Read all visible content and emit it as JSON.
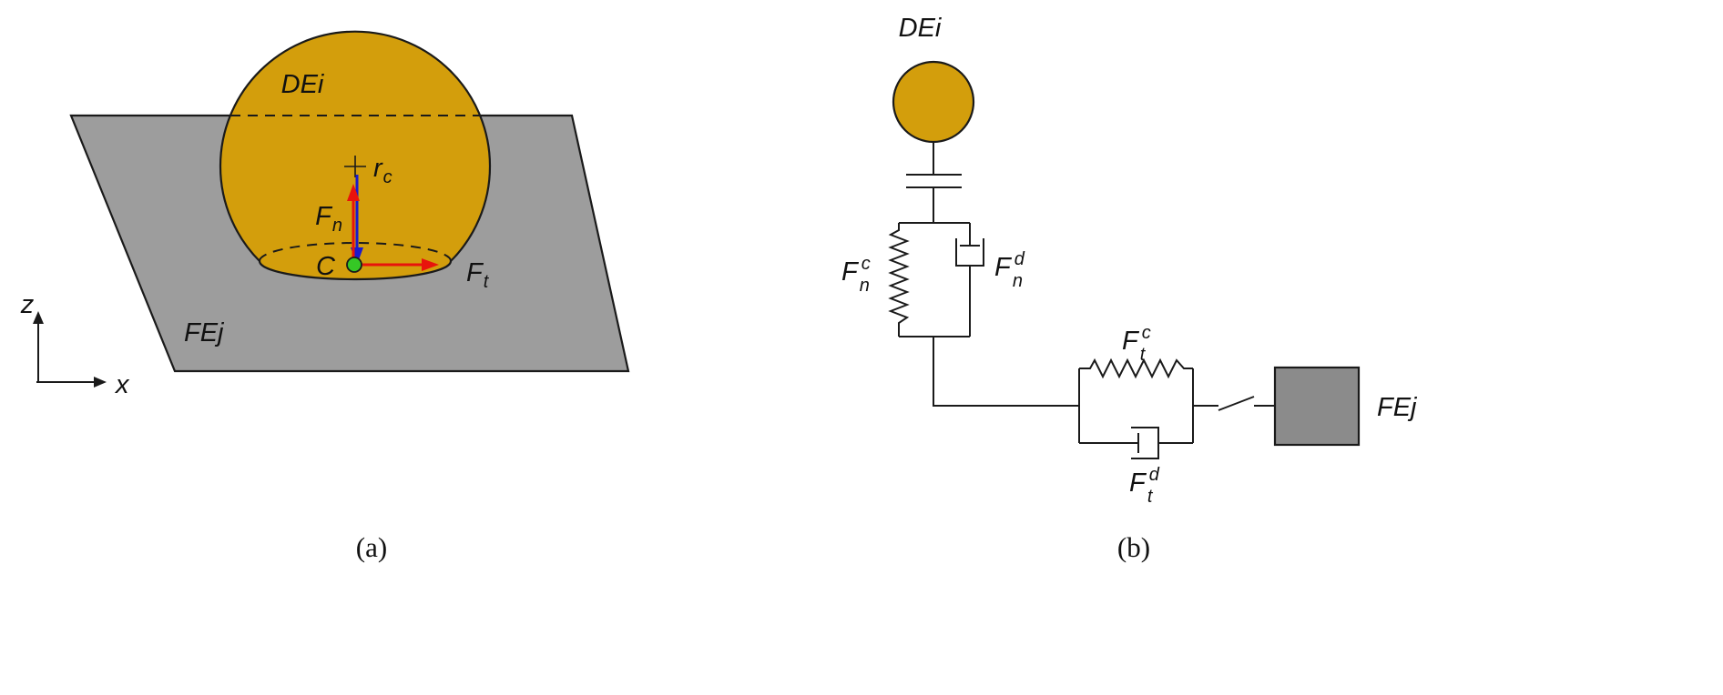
{
  "colors": {
    "sphere_fill": "#d39e0c",
    "plane_fill": "#9d9d9d",
    "block_fill": "#8b8b8b",
    "arrow_red": "#e8130c",
    "arrow_blue": "#1a1acd",
    "contact_green": "#35c825"
  },
  "panel_a": {
    "caption": "(a)",
    "sphere_label": "DEi",
    "plane_label": "FEj",
    "contact_point": "C",
    "radius": {
      "base": "r",
      "sub": "c"
    },
    "normal_force": {
      "base": "F",
      "sub": "n"
    },
    "tangential_force": {
      "base": "F",
      "sub": "t"
    },
    "axes": {
      "vertical": "z",
      "horizontal": "x"
    }
  },
  "panel_b": {
    "caption": "(b)",
    "sphere_label": "DEi",
    "block_label": "FEj",
    "normal_spring": {
      "base": "F",
      "sup": "c",
      "sub": "n"
    },
    "normal_damper": {
      "base": "F",
      "sup": "d",
      "sub": "n"
    },
    "tangential_spring": {
      "base": "F",
      "sup": "c",
      "sub": "t"
    },
    "tangential_damper": {
      "base": "F",
      "sup": "d",
      "sub": "t"
    }
  }
}
